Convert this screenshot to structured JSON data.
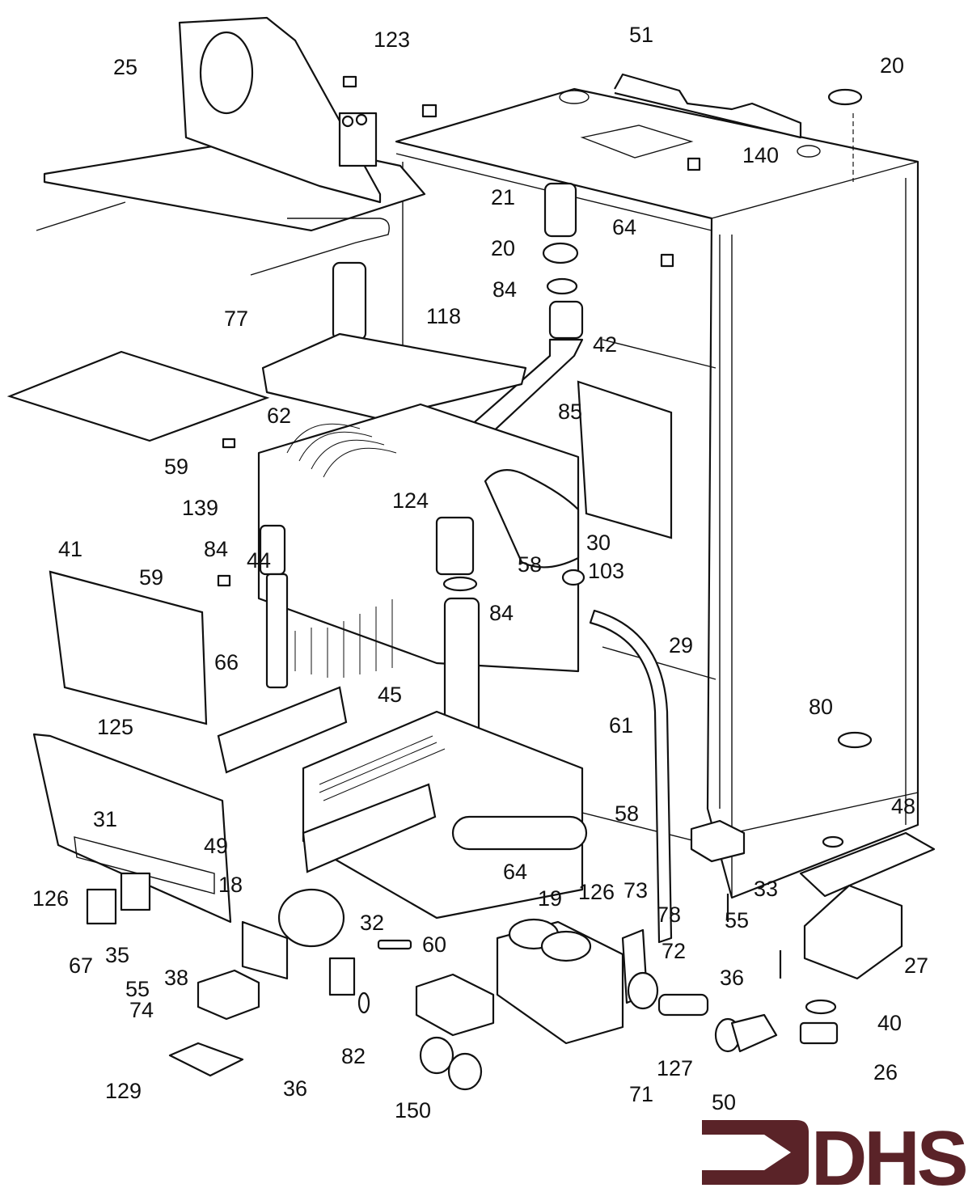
{
  "diagram": {
    "type": "exploded-parts-diagram",
    "subject": "boiler",
    "callouts": [
      {
        "id": "25"
      },
      {
        "id": "123"
      },
      {
        "id": "51"
      },
      {
        "id": "20"
      },
      {
        "id": "140"
      },
      {
        "id": "21"
      },
      {
        "id": "20"
      },
      {
        "id": "64"
      },
      {
        "id": "84"
      },
      {
        "id": "77"
      },
      {
        "id": "118"
      },
      {
        "id": "42"
      },
      {
        "id": "85"
      },
      {
        "id": "62"
      },
      {
        "id": "59"
      },
      {
        "id": "139"
      },
      {
        "id": "124"
      },
      {
        "id": "58"
      },
      {
        "id": "30"
      },
      {
        "id": "103"
      },
      {
        "id": "41"
      },
      {
        "id": "84"
      },
      {
        "id": "44"
      },
      {
        "id": "59"
      },
      {
        "id": "84"
      },
      {
        "id": "29"
      },
      {
        "id": "66"
      },
      {
        "id": "45"
      },
      {
        "id": "80"
      },
      {
        "id": "61"
      },
      {
        "id": "125"
      },
      {
        "id": "58"
      },
      {
        "id": "48"
      },
      {
        "id": "49"
      },
      {
        "id": "31"
      },
      {
        "id": "64"
      },
      {
        "id": "78"
      },
      {
        "id": "33"
      },
      {
        "id": "18"
      },
      {
        "id": "126"
      },
      {
        "id": "73"
      },
      {
        "id": "126"
      },
      {
        "id": "55"
      },
      {
        "id": "32"
      },
      {
        "id": "19"
      },
      {
        "id": "60"
      },
      {
        "id": "27"
      },
      {
        "id": "67"
      },
      {
        "id": "35"
      },
      {
        "id": "72"
      },
      {
        "id": "55"
      },
      {
        "id": "38"
      },
      {
        "id": "36"
      },
      {
        "id": "74"
      },
      {
        "id": "82"
      },
      {
        "id": "40"
      },
      {
        "id": "36"
      },
      {
        "id": "127"
      },
      {
        "id": "71"
      },
      {
        "id": "26"
      },
      {
        "id": "129"
      },
      {
        "id": "150"
      },
      {
        "id": "50"
      }
    ]
  },
  "logo": {
    "text": "DHS",
    "color": "#5a2328"
  }
}
